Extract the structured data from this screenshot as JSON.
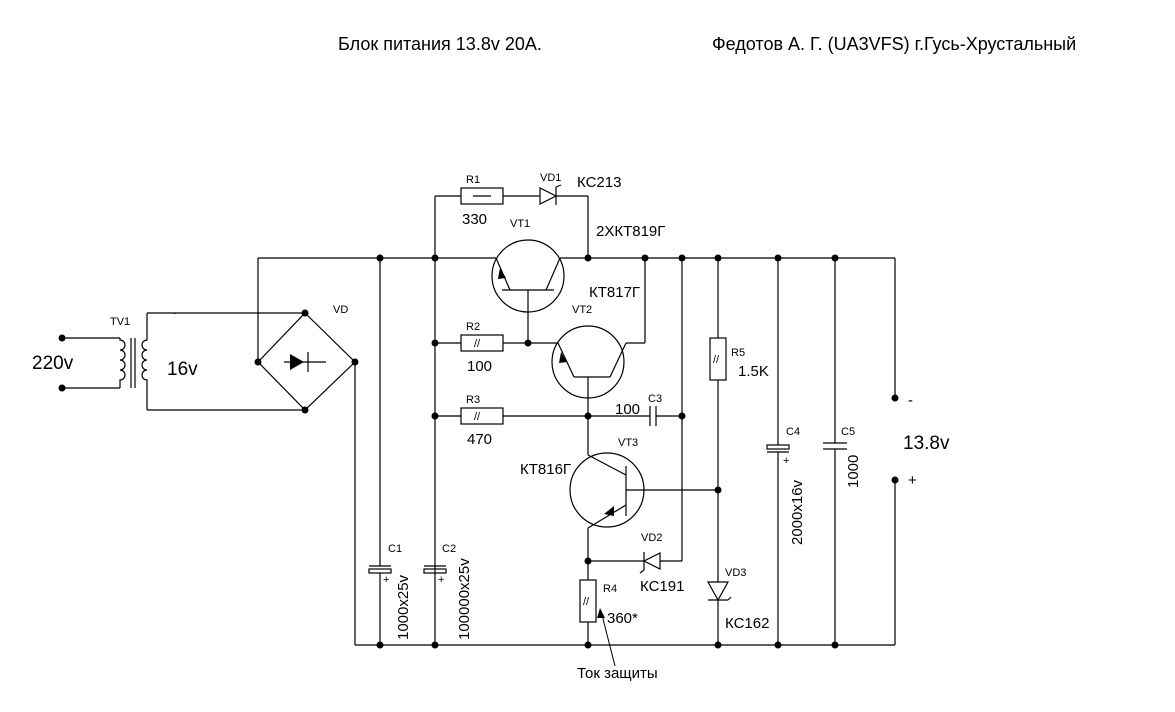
{
  "header": {
    "title": "Блок питания 13.8v 20А.",
    "author": "Федотов А. Г.  (UA3VFS)   г.Гусь-Хрустальный"
  },
  "components": {
    "tv1": {
      "ref": "TV1"
    },
    "vd": {
      "ref": "VD"
    },
    "r1": {
      "ref": "R1",
      "value": "330"
    },
    "vd1": {
      "ref": "VD1",
      "value": "КС213"
    },
    "vt1": {
      "ref": "VT1",
      "value": "2ХКТ819Г"
    },
    "vt2": {
      "ref": "VT2",
      "value": "КТ817Г"
    },
    "vt3": {
      "ref": "VT3",
      "value": "КТ816Г"
    },
    "r2": {
      "ref": "R2",
      "value": "100"
    },
    "r3": {
      "ref": "R3",
      "value": "470"
    },
    "c3": {
      "ref": "C3",
      "value": "100"
    },
    "r4": {
      "ref": "R4",
      "value": "360*"
    },
    "vd2": {
      "ref": "VD2",
      "value": "КС191"
    },
    "r5": {
      "ref": "R5",
      "value": "1.5K"
    },
    "vd3": {
      "ref": "VD3",
      "value": "КС162"
    },
    "c1": {
      "ref": "C1",
      "value": "1000x25v"
    },
    "c2": {
      "ref": "C2",
      "value": "100000x25v"
    },
    "c4": {
      "ref": "C4",
      "value": "2000x16v"
    },
    "c5": {
      "ref": "C5",
      "value": "1000"
    }
  },
  "labels": {
    "input_voltage": "220v",
    "secondary_voltage": "16v",
    "output_voltage": "13.8v",
    "output_minus": "-",
    "output_plus": "+",
    "protection_current": "Ток защиты",
    "resistor_mark": "//",
    "cap_plus": "+"
  }
}
